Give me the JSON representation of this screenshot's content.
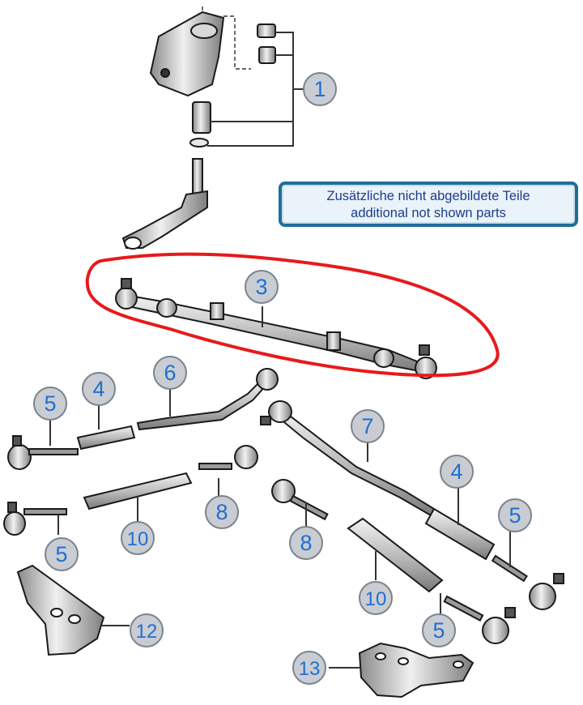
{
  "note": {
    "line_de": "Zusätzliche nicht abgebildete Teile",
    "line_en": "additional not shown parts"
  },
  "callouts": [
    {
      "id": "c1",
      "label": "1"
    },
    {
      "id": "c3",
      "label": "3"
    },
    {
      "id": "c6",
      "label": "6"
    },
    {
      "id": "c4a",
      "label": "4"
    },
    {
      "id": "c5a",
      "label": "5"
    },
    {
      "id": "c5b",
      "label": "5"
    },
    {
      "id": "c10a",
      "label": "10"
    },
    {
      "id": "c8a",
      "label": "8"
    },
    {
      "id": "c7",
      "label": "7"
    },
    {
      "id": "c4b",
      "label": "4"
    },
    {
      "id": "c5c",
      "label": "5"
    },
    {
      "id": "c8b",
      "label": "8"
    },
    {
      "id": "c10b",
      "label": "10"
    },
    {
      "id": "c5d",
      "label": "5"
    },
    {
      "id": "c12",
      "label": "12"
    },
    {
      "id": "c13",
      "label": "13"
    }
  ],
  "colors": {
    "callout_fill": "#c9cdd3",
    "callout_stroke": "#7c848c",
    "callout_text": "#1f6fd0",
    "highlight": "#e8191c",
    "line_art": "#1a1a1a",
    "note_border": "#1f6e98",
    "note_text": "#1c3c8c"
  }
}
